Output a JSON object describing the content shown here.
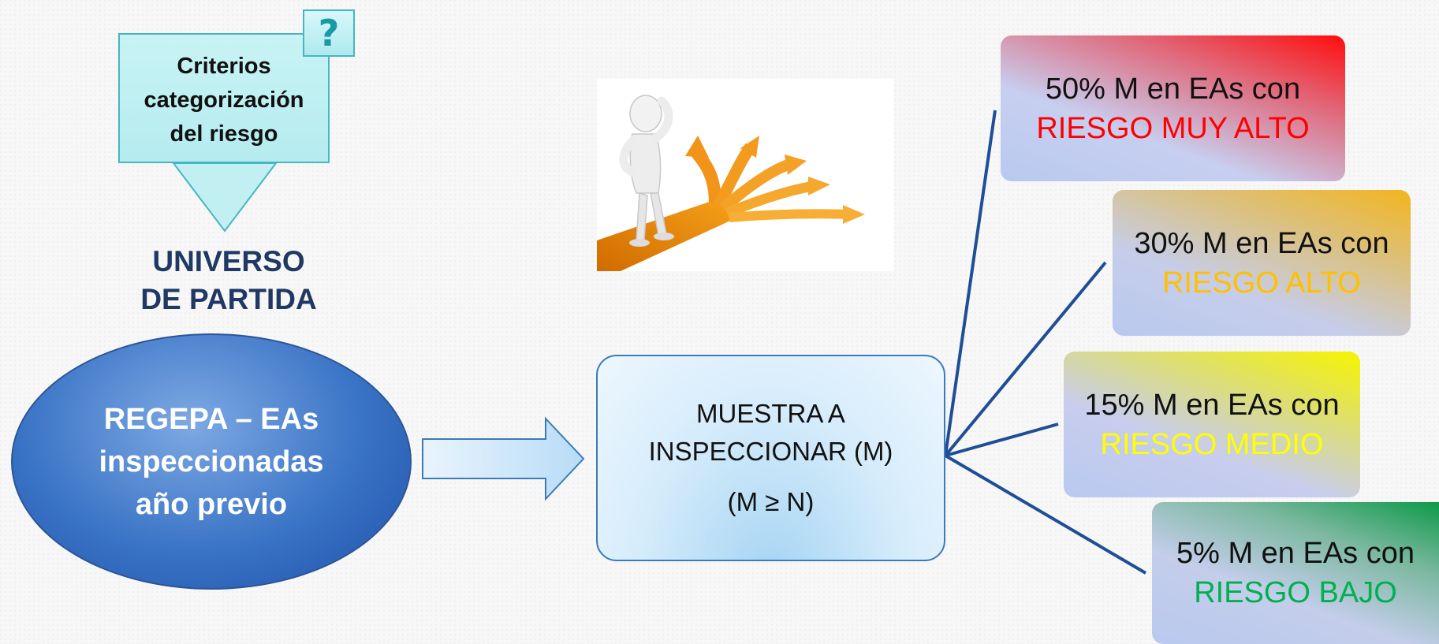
{
  "criteria": {
    "lines": [
      "Criterios",
      "categorización",
      "del riesgo"
    ],
    "help_glyph": "?",
    "help_icon": "question-mark-icon"
  },
  "universe": {
    "title_lines": [
      "UNIVERSO",
      "DE PARTIDA"
    ]
  },
  "source": {
    "lines": [
      "REGEPA – EAs",
      "inspeccionadas",
      "año previo"
    ]
  },
  "sample": {
    "lines": [
      "MUESTRA A",
      "INSPECCIONAR (M)"
    ],
    "condition": "(M ≥ N)"
  },
  "illustration": {
    "icon": "person-crossroads-arrows-illustration"
  },
  "risks": [
    {
      "share": "50% M  en EAs con",
      "level": "RIESGO MUY ALTO",
      "color": "#ff0000"
    },
    {
      "share": "30% M en EAs con",
      "level": "RIESGO ALTO",
      "color": "#ffc000"
    },
    {
      "share": "15% M en EAs con",
      "level": "RIESGO MEDIO",
      "color": "#ffff00"
    },
    {
      "share": "5% M en EAs con",
      "level": "RIESGO BAJO",
      "color": "#00b050"
    }
  ],
  "colors": {
    "connector": "#1f4e96",
    "title": "#1f3864",
    "criteria_border": "#46b6c2"
  }
}
